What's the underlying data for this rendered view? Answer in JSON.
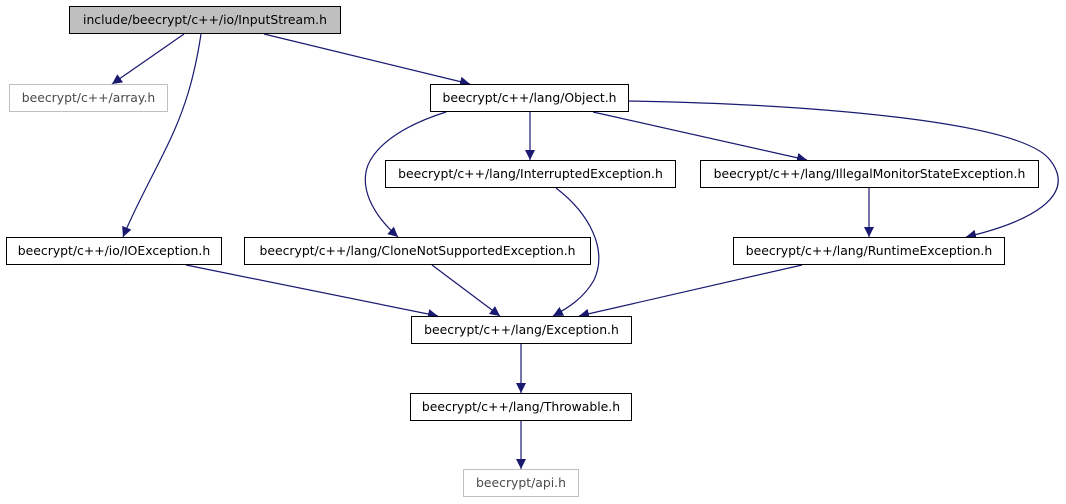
{
  "colors": {
    "edge": "#191970",
    "root_fill": "#bfbfbf",
    "external_border": "#bfbfbf",
    "node_border": "#000000"
  },
  "nodes": {
    "input_stream": "include/beecrypt/c++/io/InputStream.h",
    "array": "beecrypt/c++/array.h",
    "object": "beecrypt/c++/lang/Object.h",
    "interrupted": "beecrypt/c++/lang/InterruptedException.h",
    "illegal_monitor": "beecrypt/c++/lang/IllegalMonitorStateException.h",
    "ioexception": "beecrypt/c++/io/IOException.h",
    "clone": "beecrypt/c++/lang/CloneNotSupportedException.h",
    "runtime": "beecrypt/c++/lang/RuntimeException.h",
    "exception": "beecrypt/c++/lang/Exception.h",
    "throwable": "beecrypt/c++/lang/Throwable.h",
    "api": "beecrypt/api.h"
  },
  "edges": [
    [
      "input_stream",
      "array"
    ],
    [
      "input_stream",
      "ioexception"
    ],
    [
      "input_stream",
      "object"
    ],
    [
      "object",
      "interrupted"
    ],
    [
      "object",
      "illegal_monitor"
    ],
    [
      "object",
      "clone"
    ],
    [
      "object",
      "runtime"
    ],
    [
      "illegal_monitor",
      "runtime"
    ],
    [
      "interrupted",
      "exception"
    ],
    [
      "clone",
      "exception"
    ],
    [
      "ioexception",
      "exception"
    ],
    [
      "runtime",
      "exception"
    ],
    [
      "exception",
      "throwable"
    ],
    [
      "throwable",
      "api"
    ]
  ]
}
